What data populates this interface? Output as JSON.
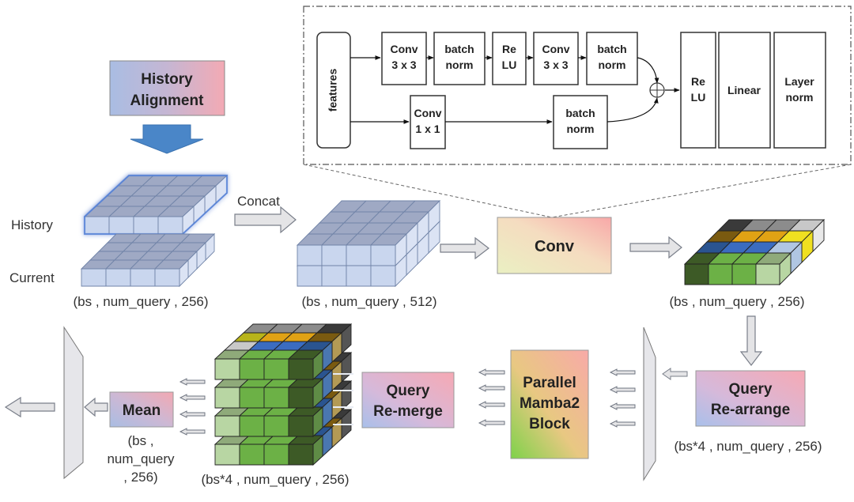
{
  "diagram": {
    "history_alignment": {
      "line1": "History",
      "line2": "Alignment"
    },
    "labels": {
      "history": "History",
      "current": "Current",
      "concat": "Concat"
    },
    "dims": {
      "input": "(bs , num_query , 256)",
      "concat": "(bs , num_query , 512)",
      "conv_out": "(bs ,  num_query , 256)",
      "rearrange_out": "(bs*4 ,  num_query , 256)",
      "mamba_stack": "(bs*4 ,  num_query , 256)",
      "mean_line1": "(bs ,",
      "mean_line2": "num_query",
      "mean_line3": ", 256)"
    },
    "blocks": {
      "conv": "Conv",
      "query_rearrange": {
        "line1": "Query",
        "line2": "Re-arrange"
      },
      "parallel_mamba": {
        "line1": "Parallel",
        "line2": "Mamba2",
        "line3": "Block"
      },
      "query_remerge": {
        "line1": "Query",
        "line2": "Re-merge"
      },
      "mean": "Mean"
    },
    "conv_detail": {
      "features": "features",
      "top_path": [
        {
          "l1": "Conv",
          "l2": "3 x 3"
        },
        {
          "l1": "batch",
          "l2": "norm"
        },
        {
          "l1": "Re",
          "l2": "LU"
        },
        {
          "l1": "Conv",
          "l2": "3 x 3"
        },
        {
          "l1": "batch",
          "l2": "norm"
        }
      ],
      "bottom_path": [
        {
          "l1": "Conv",
          "l2": "1 x 1"
        },
        {
          "l1": "batch",
          "l2": "norm"
        }
      ],
      "add_symbol": "+",
      "tail": [
        {
          "l1": "Re",
          "l2": "LU"
        },
        {
          "l1": "Linear",
          "l2": ""
        },
        {
          "l1": "Layer",
          "l2": "norm"
        }
      ]
    },
    "colors": {
      "blue_arrow": "#4a86c8",
      "grid_cube": "#c9d6ee",
      "grid_cube_top": "#9fa9c4",
      "panel_border": "#555555",
      "gray_arrow_fill": "#e4e4e6",
      "gray_arrow_stroke": "#7a7f8a",
      "dark_green": "#3d5a26",
      "mid_green": "#6cb146",
      "light_green": "#b8d6a3",
      "sage_green": "#8faa7a",
      "blue_dark": "#2a5490",
      "blue_mid": "#3b6cc0",
      "blue_light": "#b0c6e2",
      "gold": "#e0a214",
      "gold_dark": "#7a5a10",
      "yellow": "#f0e020",
      "olive": "#b8b41a",
      "gray_dark": "#3a3a3a",
      "gray_mid": "#8c8c8c",
      "gray_light": "#c8c8c8"
    }
  }
}
